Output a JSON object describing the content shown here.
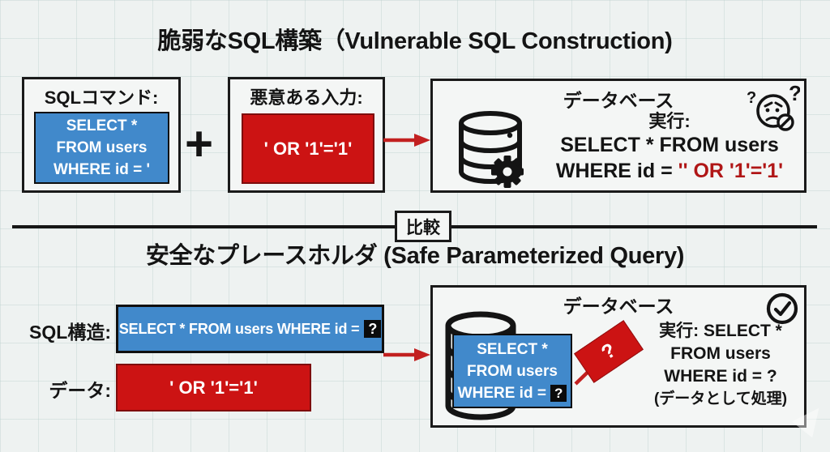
{
  "colors": {
    "background": "#eef2f1",
    "panel": "#f4f6f5",
    "code_blue": "#4189cb",
    "danger_red": "#cc1313",
    "injected_text_red": "#b01616",
    "arrow_red": "#c22020",
    "ink": "#141414"
  },
  "icons": [
    "database-icon",
    "gear-icon",
    "confused-face-icon",
    "prohibition-icon",
    "question-mark-icon",
    "check-circle-icon",
    "arrow-right-icon"
  ],
  "top": {
    "title": "脆弱なSQL構築（Vulnerable SQL Construction)",
    "sql_box": {
      "header": "SQLコマンド:",
      "lines": [
        "SELECT *",
        "FROM users",
        "WHERE id = '"
      ]
    },
    "plus": "+",
    "input_box": {
      "header": "悪意ある入力:",
      "value": "' OR '1'='1'"
    },
    "db_box": {
      "header": "データベース",
      "exec_label": "実行:",
      "exec_line1": "SELECT * FROM users",
      "exec_line2_prefix": "WHERE id = ",
      "exec_line2_injection": "'' OR '1'='1'"
    }
  },
  "divider": {
    "label": "比較"
  },
  "bottom": {
    "title": "安全なプレースホルダ (Safe Parameterized Query)",
    "structure_label": "SQL構造:",
    "structure_value": "SELECT * FROM users WHERE id =",
    "structure_placeholder": "?",
    "data_label": "データ:",
    "data_value": "' OR '1'='1'",
    "db_box": {
      "header": "データベース",
      "code_lines": [
        "SELECT *",
        "FROM users"
      ],
      "code_line3_prefix": "WHERE id =",
      "code_placeholder": "?",
      "param_card": "?",
      "exec_lines": [
        "実行: SELECT *",
        "FROM users",
        "WHERE id = ?",
        "(データとして処理)"
      ]
    }
  }
}
